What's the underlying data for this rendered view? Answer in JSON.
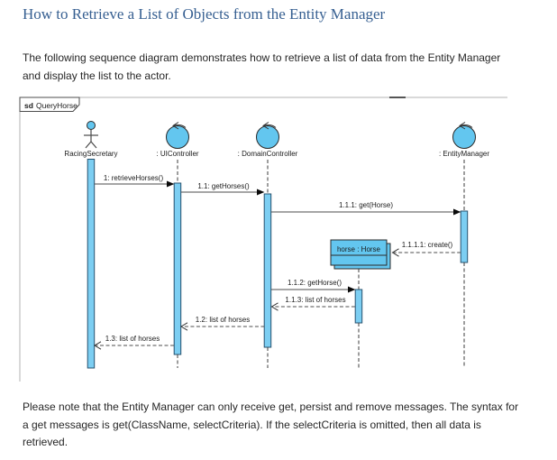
{
  "page": {
    "title": "How to Retrieve a List of Objects from the Entity Manager",
    "intro": "The following sequence diagram demonstrates how to retrieve a list of data from the Entity Manager\nand display the list to the actor.",
    "note": "Please note that the Entity Manager can only receive get, persist and remove messages.  The syntax for\na get messages is get(ClassName, selectCriteria).  If the selectCriteria is omitted, then all data is\nretrieved."
  },
  "diagram": {
    "type": "uml-sequence-diagram",
    "frame": {
      "keyword": "sd",
      "name": "QueryHorse"
    },
    "lifelines": {
      "actor": {
        "label": "RacingSecretary",
        "kind": "actor"
      },
      "ui": {
        "label": ": UIController",
        "kind": "control"
      },
      "domain": {
        "label": ": DomainController",
        "kind": "control"
      },
      "entity": {
        "label": ": EntityManager",
        "kind": "control"
      },
      "horse": {
        "label": "horse : Horse",
        "kind": "object"
      }
    },
    "messages": {
      "m1": "1: retrieveHorses()",
      "m1_1": "1.1: getHorses()",
      "m1_1_1": "1.1.1: get(Horse)",
      "m1_1_1_1": "1.1.1.1: create()",
      "m1_1_2": "1.1.2: getHorse()",
      "m1_1_3": "1.1.3: list of horses",
      "m1_2": "1.2: list of horses",
      "m1_3": "1.3: list of horses"
    },
    "colors": {
      "shape_fill": "#63C6EF",
      "activation_fill": "#7CCEF2",
      "title_accent": "#365F91"
    }
  }
}
